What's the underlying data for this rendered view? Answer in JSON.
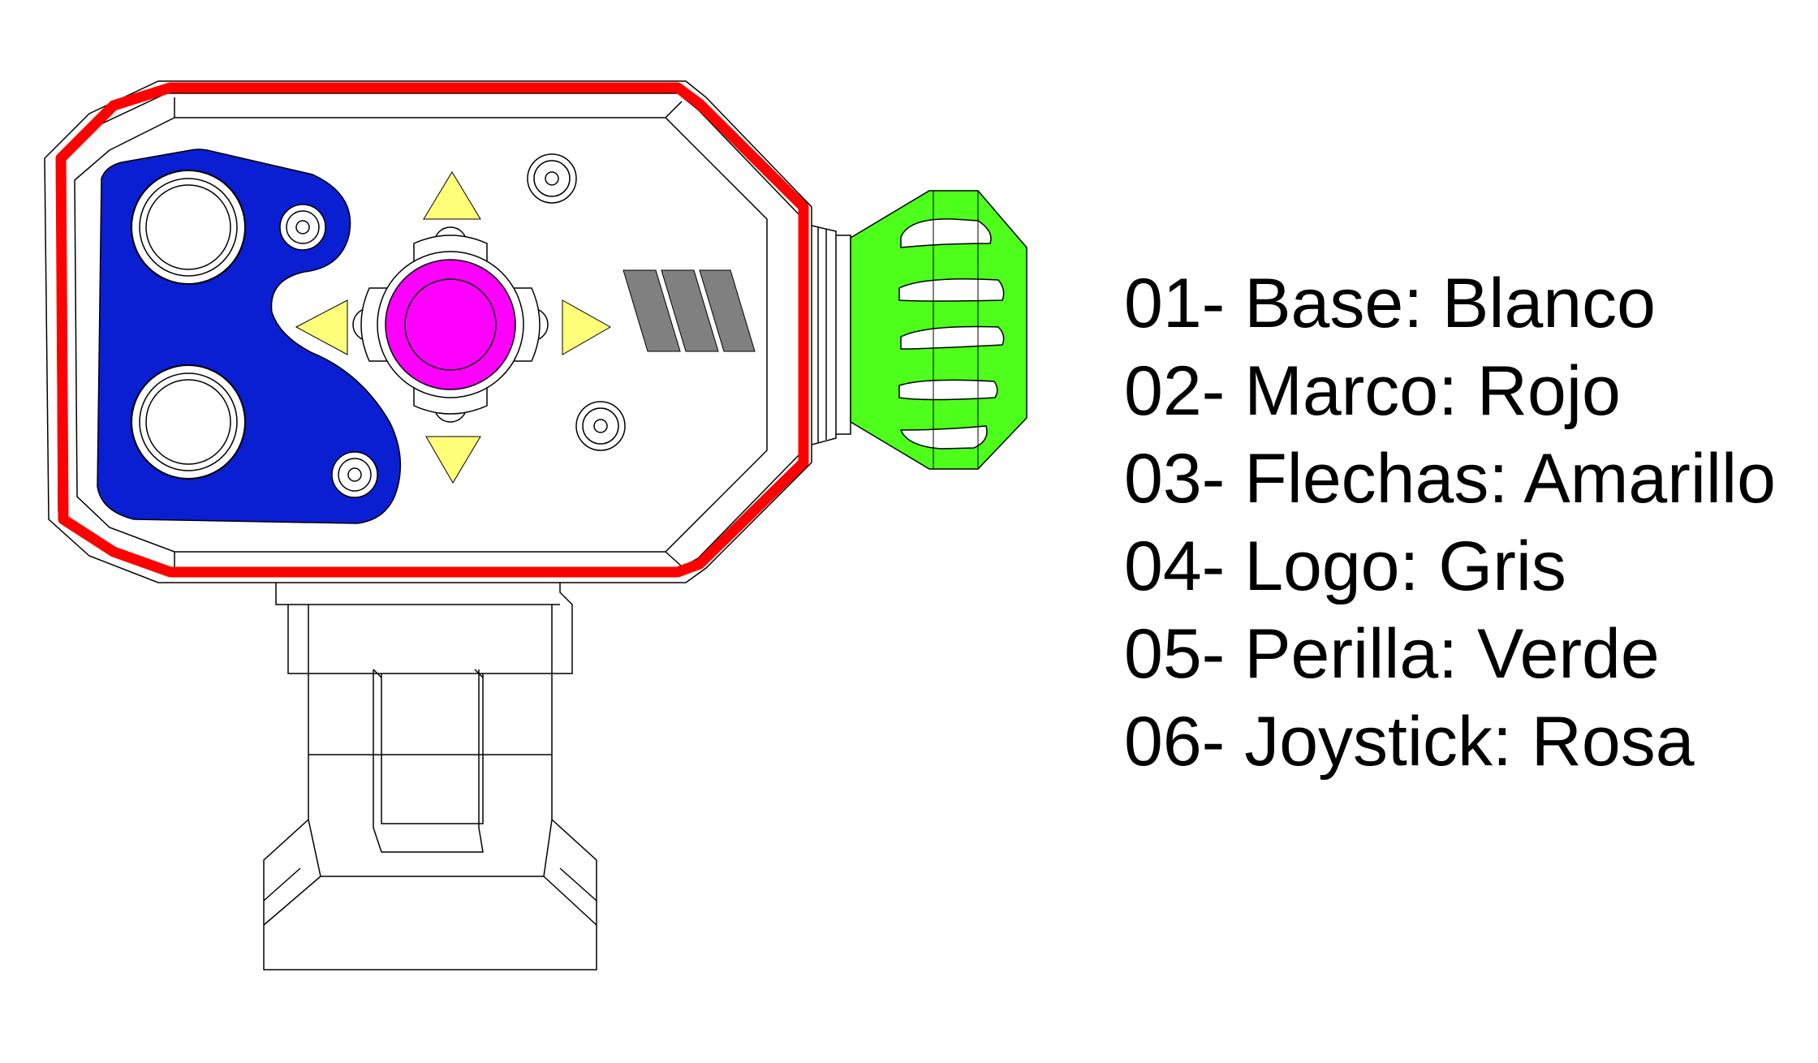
{
  "colors": {
    "base": "#ffffff",
    "frame": "#ff0000",
    "arrows": "#ffff7a",
    "logo": "#808080",
    "grip": "#4dff1a",
    "joystick": "#ff00ff",
    "panel": "#0a1ed2",
    "line": "#000000"
  },
  "icons": [
    "arrow-up-icon",
    "arrow-down-icon",
    "arrow-left-icon",
    "arrow-right-icon",
    "logo-stripes-icon"
  ],
  "legend": {
    "items": [
      "01- Base: Blanco",
      "02- Marco: Rojo",
      "03- Flechas: Amarillo",
      "04- Logo: Gris",
      "05- Perilla: Verde",
      "06- Joystick: Rosa"
    ]
  }
}
